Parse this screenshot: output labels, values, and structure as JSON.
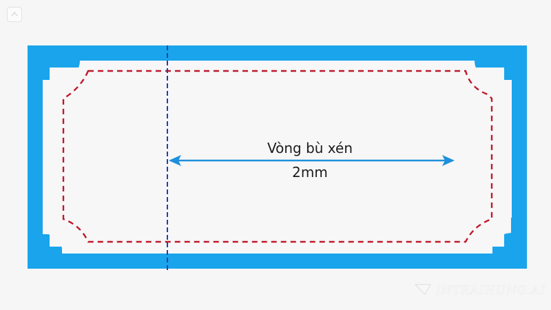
{
  "diagram": {
    "label_title": "Vòng bù xén",
    "label_measure": "2mm"
  },
  "colors": {
    "bleed_area": "#19a4ec",
    "trim_area": "#f7f7f7",
    "cut_line": "#c0182b",
    "fold_line": "#1e3db3",
    "arrow": "#1e90dd",
    "background": "#f6f6f6"
  },
  "watermark": {
    "text": "INTRAIHUNG.AI"
  },
  "icons": {
    "corner_badge": "image-placeholder-icon",
    "watermark_logo": "logo-mark"
  }
}
